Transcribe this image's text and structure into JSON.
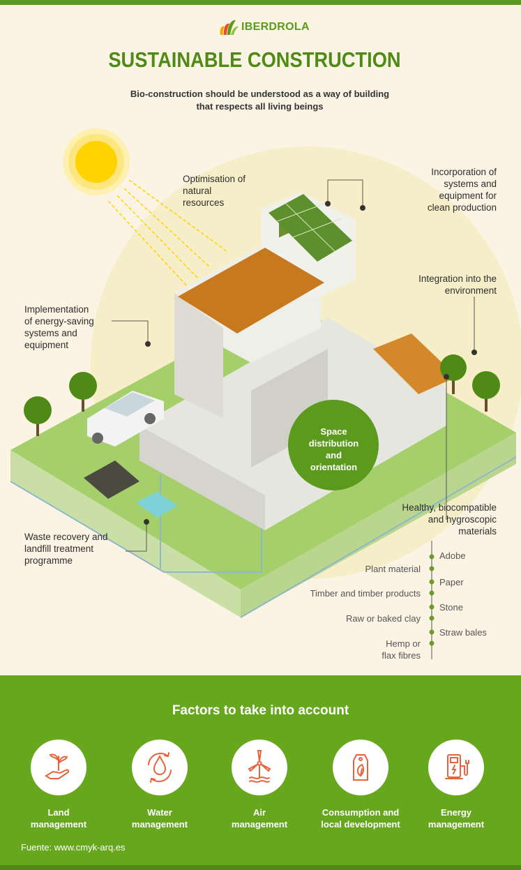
{
  "brand": {
    "name": "IBERDROLA",
    "color": "#5b9a1c"
  },
  "title": "SUSTAINABLE CONSTRUCTION",
  "subtitle": [
    "Bio-construction should be understood as a way of building",
    "that respects all living beings"
  ],
  "labels": {
    "optimisation": [
      "Optimisation of",
      "natural",
      "resources"
    ],
    "incorporation": [
      "Incorporation of",
      "systems and",
      "equipment for",
      "clean production"
    ],
    "integration": [
      "Integration into the",
      "environment"
    ],
    "implementation": [
      "Implementation",
      "of energy-saving",
      "systems and",
      "equipment"
    ],
    "space": [
      "Space",
      "distribution",
      "and",
      "orientation"
    ],
    "healthy": [
      "Healthy, biocompatible",
      "and hygroscopic",
      "materials"
    ],
    "waste": [
      "Waste recovery and",
      "landfill treatment",
      "programme"
    ]
  },
  "materials": {
    "right": [
      "Adobe",
      "Paper",
      "Stone",
      "Straw bales"
    ],
    "left": [
      "Plant material",
      "Timber and timber products",
      "Raw or baked clay",
      "Hemp or",
      "flax fibres"
    ]
  },
  "factors": {
    "title": "Factors to take into account",
    "items": [
      {
        "label": [
          "Land",
          "management"
        ],
        "icon": "hand-plant-icon"
      },
      {
        "label": [
          "Water",
          "management"
        ],
        "icon": "water-cycle-icon"
      },
      {
        "label": [
          "Air",
          "management"
        ],
        "icon": "wind-turbine-icon"
      },
      {
        "label": [
          "Consumption and",
          "local development"
        ],
        "icon": "eco-tag-icon"
      },
      {
        "label": [
          "Energy",
          "management"
        ],
        "icon": "ev-charger-icon"
      }
    ]
  },
  "source": "Fuente: www.cmyk-arq.es",
  "colors": {
    "green": "#67a71d",
    "dark_green": "#4f8a17",
    "background": "#fbf4e4",
    "sun": "#ffd200",
    "icon_orange": "#e8623a"
  }
}
